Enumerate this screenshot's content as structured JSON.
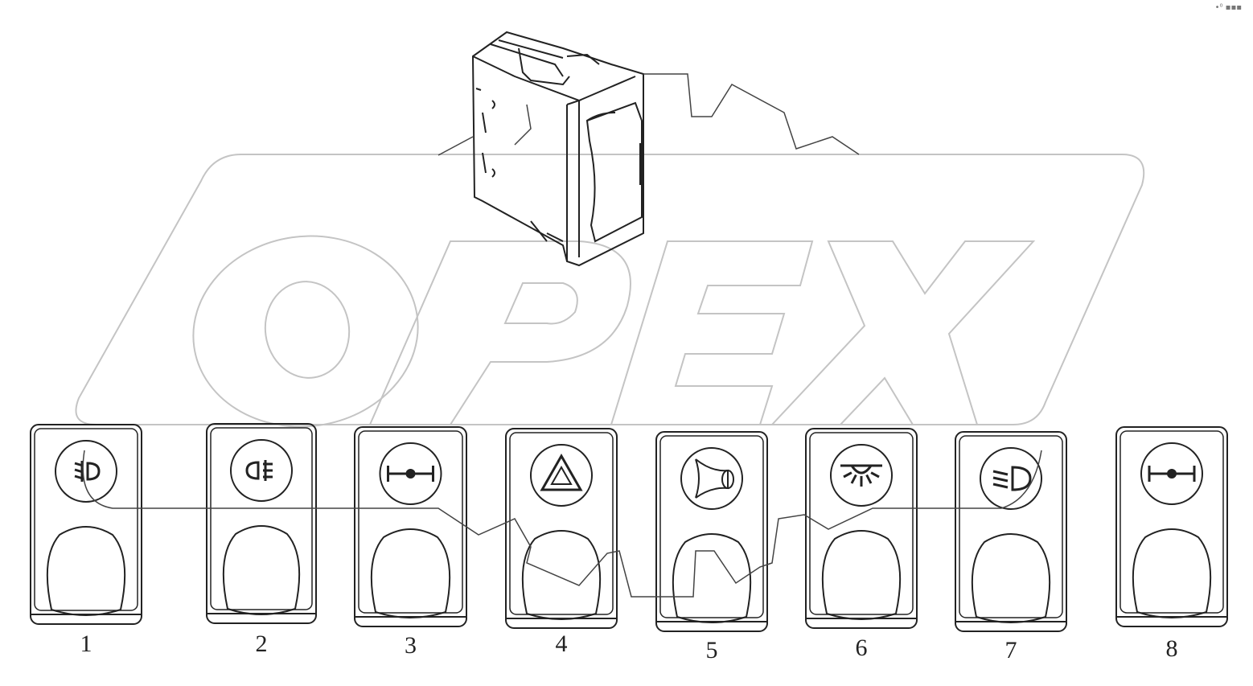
{
  "corner_mark": "•⁰ ▪▪▪",
  "watermark": {
    "text": "OPEX",
    "color": "#c4c4c4"
  },
  "switches": [
    {
      "number": "1",
      "icon": "front-fog-light-icon"
    },
    {
      "number": "2",
      "icon": "rear-fog-light-icon"
    },
    {
      "number": "3",
      "icon": "axle-lock-icon"
    },
    {
      "number": "4",
      "icon": "hazard-warning-icon"
    },
    {
      "number": "5",
      "icon": "horn-icon"
    },
    {
      "number": "6",
      "icon": "interior-light-icon"
    },
    {
      "number": "7",
      "icon": "low-beam-headlight-icon"
    },
    {
      "number": "8",
      "icon": "axle-lock-icon"
    }
  ]
}
